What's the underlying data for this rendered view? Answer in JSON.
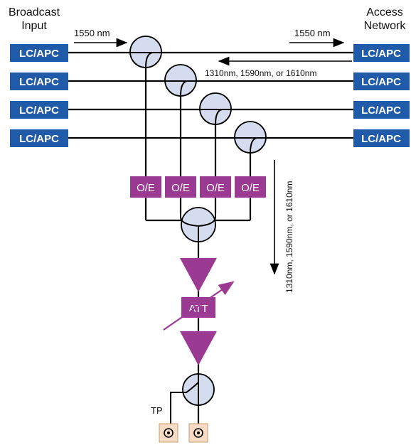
{
  "labels": {
    "broadcast_line1": "Broadcast",
    "broadcast_line2": "Input",
    "access_line1": "Access",
    "access_line2": "Network",
    "input_wavelength": "1550 nm",
    "output_wavelength": "1550 nm",
    "return_wavelengths": "1310nm, 1590nm, or 1610nm",
    "return_wavelengths_vertical": "1310nm, 1590nm, or 1610nm",
    "test_point": "TP"
  },
  "connectors": {
    "left": [
      "LC/APC",
      "LC/APC",
      "LC/APC",
      "LC/APC"
    ],
    "right": [
      "LC/APC",
      "LC/APC",
      "LC/APC",
      "LC/APC"
    ]
  },
  "converters": [
    "O/E",
    "O/E",
    "O/E",
    "O/E"
  ],
  "attenuator": "ATT",
  "colors": {
    "connector_blue": "#1f5ba8",
    "purple": "#9b3a93",
    "coupler_fill": "#d6dcef",
    "port_fill": "#f6dcc4",
    "line": "#000000"
  }
}
